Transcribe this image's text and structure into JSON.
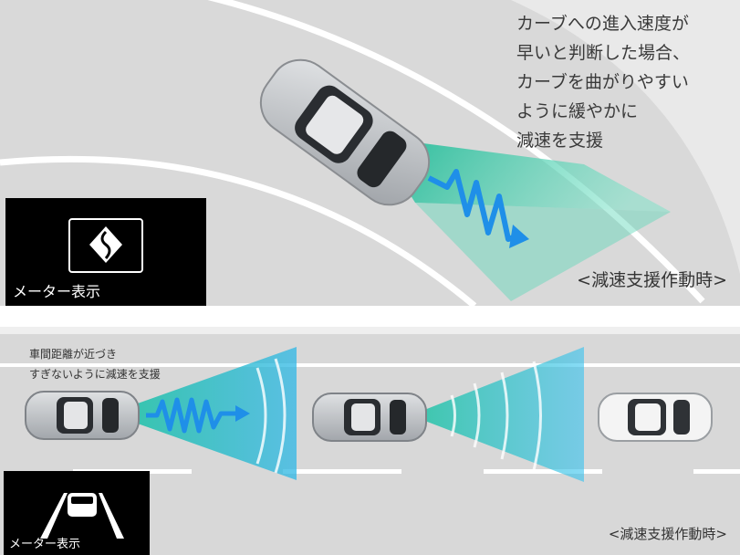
{
  "top_panel": {
    "description_lines": [
      "カーブへの進入速度が",
      "早いと判断した場合、",
      "カーブを曲がりやすい",
      "ように緩やかに",
      "減速を支援"
    ],
    "status": "<減速支援作動時>",
    "meter_label": "メーター表示",
    "meter_icon": "winding-road-warning-icon"
  },
  "bottom_panel": {
    "description_lines": [
      "車間距離が近づき",
      "すぎないように減速を支援"
    ],
    "status": "<減速支援作動時>",
    "meter_label": "メーター表示",
    "meter_icon": "lead-car-lanes-icon"
  },
  "colors": {
    "road": "#dcdcdc",
    "lane_marking": "#ffffff",
    "sensor_teal": "#27c9a8",
    "sensor_cyan": "#2fb7e6",
    "decel_arrow": "#1f8fe8",
    "meter_bg": "#000000",
    "vehicle_silver": "#b9bcc0",
    "vehicle_white": "#f4f4f4"
  }
}
